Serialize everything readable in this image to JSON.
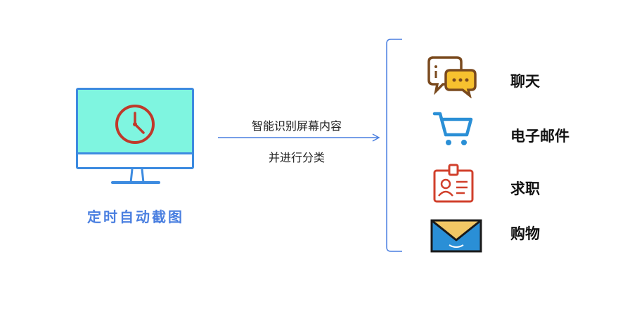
{
  "left_node": {
    "caption": "定时自动截图",
    "icon": "monitor-clock-icon"
  },
  "arrow": {
    "label_line1": "智能识别屏幕内容",
    "label_line2": "并进行分类"
  },
  "categories": [
    {
      "label": "聊天",
      "icon": "chat-bubbles-icon"
    },
    {
      "label": "电子邮件",
      "icon": "shopping-cart-icon"
    },
    {
      "label": "求职",
      "icon": "id-badge-icon"
    },
    {
      "label": "购物",
      "icon": "envelope-icon"
    }
  ],
  "colors": {
    "monitor_stroke": "#3d8be0",
    "screen_fill": "#7ff5e0",
    "clock_red": "#c0392b",
    "caption_blue": "#4a7fe0",
    "arrow_blue": "#4a7fe0"
  }
}
